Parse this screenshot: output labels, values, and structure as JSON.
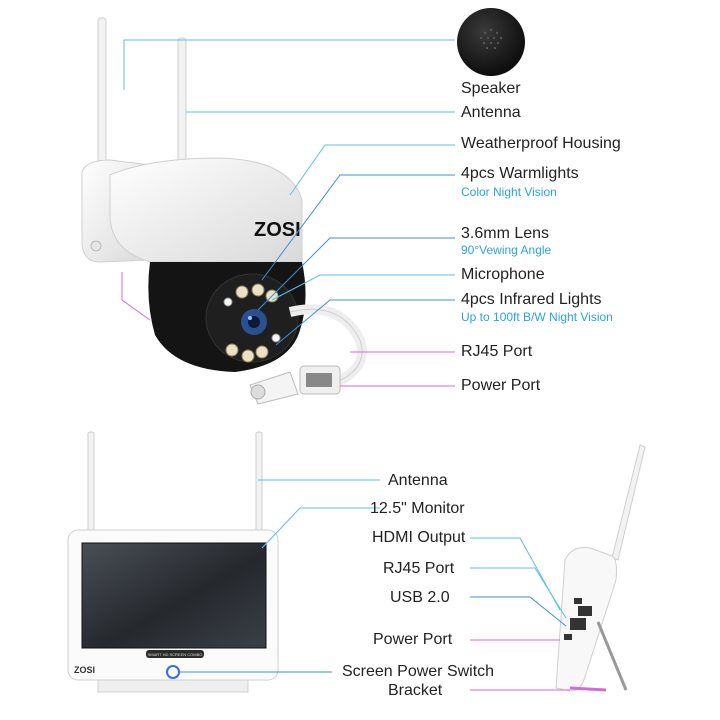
{
  "colors": {
    "cyan_line": "#5bc0e8",
    "magenta_line": "#d36ad8",
    "blue_line": "#3d8fd8",
    "text": "#222222",
    "sub_text": "#2aa3e6"
  },
  "camera": {
    "brand": "ZOSI",
    "labels": {
      "speaker": "Speaker",
      "antenna": "Antenna",
      "housing": "Weatherproof Housing",
      "warmlights": "4pcs Warmlights",
      "warmlights_sub": "Color Night Vision",
      "lens": "3.6mm Lens",
      "lens_sub": "90°Vewing Angle",
      "microphone": "Microphone",
      "infrared": "4pcs Infrared Lights",
      "infrared_sub": "Up to 100ft B/W Night Vision",
      "rj45": "RJ45 Port",
      "power": "Power Port"
    }
  },
  "monitor": {
    "brand": "ZOSI",
    "bezel_text": "SMART HD SCREEN COMBO",
    "labels": {
      "antenna": "Antenna",
      "monitor": "12.5\" Monitor",
      "hdmi": "HDMI Output",
      "rj45": "RJ45 Port",
      "usb": "USB 2.0",
      "power": "Power Port",
      "switch": "Screen Power Switch",
      "bracket": "Bracket"
    }
  }
}
